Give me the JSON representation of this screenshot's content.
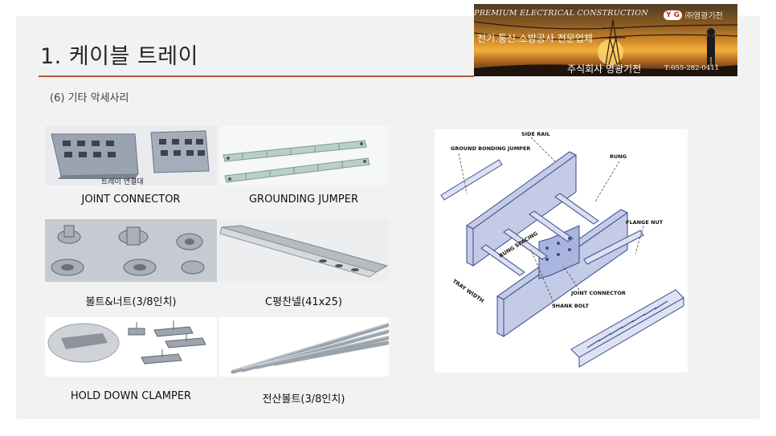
{
  "slide": {
    "title": "1. 케이블 트레이",
    "subtitle": "(6) 기타 악세사리"
  },
  "banner": {
    "top_text": "PREMIUM ELECTRICAL CONSTRUCTION",
    "logo_mark": "Y G",
    "logo_text": "㈜영광기전",
    "services": "전기.통신.소방공사 전문업체",
    "company": "주식회사 영광기전",
    "phone": "T:055-282-0411"
  },
  "products": [
    {
      "caption": "JOINT CONNECTOR",
      "inner_label": "트레이 연결대"
    },
    {
      "caption": "GROUNDING JUMPER"
    },
    {
      "caption": "볼트&너트(3/8인치)"
    },
    {
      "caption": "C평찬넬(41x25)"
    },
    {
      "caption": "HOLD DOWN CLAMPER"
    },
    {
      "caption": "전산볼트(3/8인치)"
    }
  ],
  "diagram": {
    "labels": {
      "side_rail": "SIDE RAIL",
      "ground_bonding_jumper": "GROUND BONDING JUMPER",
      "rung": "RUNG",
      "flange_nut": "FLANGE NUT",
      "rung_spacing": "RUNG SPACING",
      "tray_width": "TRAY WIDTH",
      "joint_connector": "JOINT CONNECTOR",
      "shank_bolt": "SHANK BOLT"
    }
  }
}
